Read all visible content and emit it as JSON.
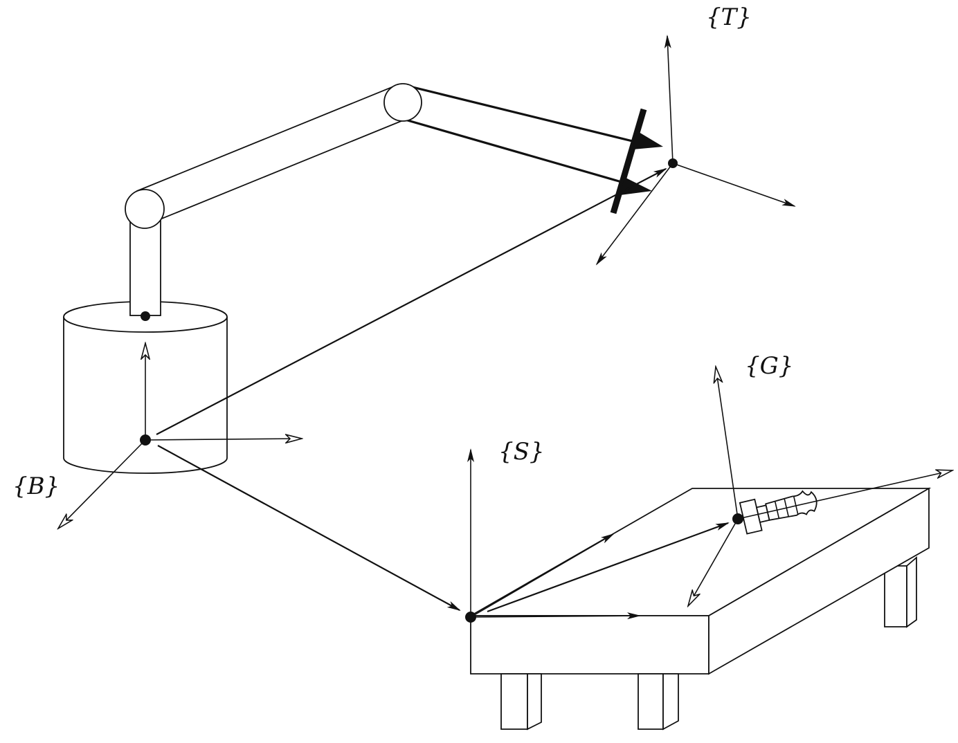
{
  "frames": {
    "base": {
      "label": "{B}"
    },
    "station": {
      "label": "{S}"
    },
    "goal": {
      "label": "{G}"
    },
    "tool": {
      "label": "{T}"
    }
  },
  "colors": {
    "ink": "#111111",
    "background": "#ffffff"
  }
}
